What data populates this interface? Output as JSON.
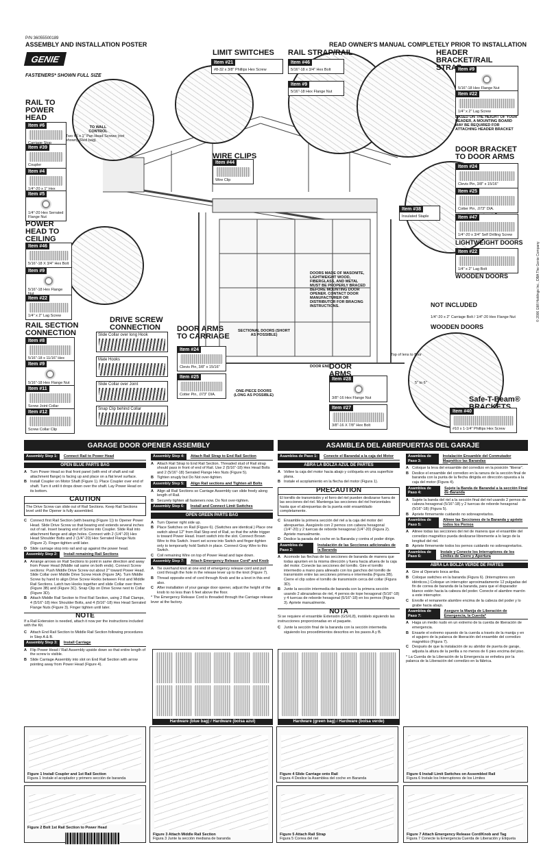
{
  "header": {
    "part_number": "P/N 36055500189",
    "title": "ASSEMBLY AND INSTALLATION POSTER",
    "logo": "GENIE",
    "fasteners_note": "FASTENERS* SHOWN FULL SIZE",
    "read_manual": "READ OWNER'S MANUAL COMPLETELY PRIOR TO INSTALLATION"
  },
  "sections": {
    "rail_to_power_head": "RAIL TO POWER HEAD",
    "power_head_to_ceiling": "POWER HEAD TO CEILING",
    "rail_section_connection": "RAIL SECTION CONNECTION",
    "limit_switches": "LIMIT SWITCHES",
    "rail_strap_rail": "RAIL STRAP/RAIL",
    "header_bracket": "HEADER BRACKET/RAIL STRAP",
    "door_bracket": "DOOR BRACKET TO DOOR ARMS",
    "wire_clips": "WIRE CLIPS",
    "drive_screw": "DRIVE SCREW CONNECTION",
    "door_arms_carriage": "DOOR ARMS TO CARRIAGE",
    "door_arms": "DOOR ARMS",
    "safe_t_beam": "Safe-T-Beam® BRACKETS",
    "lightweight_doors": "LIGHTWEIGHT DOORS",
    "wooden_doors": "WOODEN DOORS",
    "not_included": "NOT INCLUDED"
  },
  "parts": {
    "i6": {
      "tag": "Item #6",
      "cap": "Carriage Stop"
    },
    "i39": {
      "tag": "Item #39",
      "cap": "Coupler"
    },
    "i4": {
      "tag": "Item #4",
      "cap": "1/4\"-20 x 1\" Hex Shoulder Bolt"
    },
    "i5": {
      "tag": "Item #5",
      "cap": "1/4\"-20 Hex Serrated Flange Nut"
    },
    "i46a": {
      "tag": "Item #46",
      "cap": "5/16\"-18 X 3/4\" Hex Bolt"
    },
    "i9a": {
      "tag": "Item #9",
      "cap": "5/16\"-18 Hex Flange Nut"
    },
    "i22a": {
      "tag": "Item #22",
      "cap": "1/4\" x 2\" Lag Screw"
    },
    "i8": {
      "tag": "Item #8",
      "cap": "5/16\"-18 x 11/16\" Hex Shoulder Bolt"
    },
    "i9b": {
      "tag": "Item #9",
      "cap": "5/16\"-18 Hex Flange Nut"
    },
    "i11": {
      "tag": "Item #11",
      "cap": "Screw Joint Collar"
    },
    "i12": {
      "tag": "Item #12",
      "cap": "Screw Collar Clip"
    },
    "i21": {
      "tag": "Item #21",
      "cap": "#8-32 x 3/8\" Phillips Hex Screw"
    },
    "i46b": {
      "tag": "Item #46",
      "cap": "5/16\"-18 x 3/4\" Hex Bolt"
    },
    "i9c": {
      "tag": "Item #9",
      "cap": "5/16\"-18 Hex Flange Nut"
    },
    "i9d": {
      "tag": "Item #9",
      "cap": "5/16\"-18 Hex Flange Nut"
    },
    "i22b": {
      "tag": "Item #22",
      "cap": "1/4\" x 2\" Lag Screw"
    },
    "i44": {
      "tag": "Item #44",
      "cap": "Wire Clip"
    },
    "i24a": {
      "tag": "Item #24",
      "cap": "Clevis Pin, 3/8\" x 15/16\""
    },
    "i25a": {
      "tag": "Item #25",
      "cap": "Cotter Pin, .073\" DIA."
    },
    "i38": {
      "tag": "Item #38",
      "cap": "Insulated Staple"
    },
    "i47": {
      "tag": "Item #47",
      "cap": "1/4\"-20 x 3/4\" Self Drilling Screw"
    },
    "i22c": {
      "tag": "Item #22",
      "cap": "1/4\" x 2\" Lag Bolt"
    },
    "i24b": {
      "tag": "Item #24",
      "cap": "Clevis Pin, 3/8\" x 15/16\""
    },
    "i25b": {
      "tag": "Item #25",
      "cap": "Cotter Pin, .073\" DIA."
    },
    "i28": {
      "tag": "Item #28",
      "cap": "3/8\"-16 Hex Flange Nut"
    },
    "i27": {
      "tag": "Item #27",
      "cap": "3/8\"-16 X 7/8\" Hex Bolt"
    },
    "i40": {
      "tag": "Item #40",
      "cap": "#10 x 1-1/4\" Phillips Hex Screw"
    }
  },
  "notes": {
    "header_note": "BASED ON THE HEIGHT OF YOUR HEADER, A MOUNTING BOARD MAY BE REQUIRED FOR ATTACHING HEADER BRACKET",
    "door_warning": "DOORS MADE OF MASONITE, LIGHTWEIGHT WOOD, FIBERGLASS, AND METAL MUST BE PROPERLY BRACED BEFORE MOUNTING DOOR OPENER. CONTACT DOOR MANUFACTURER OR DISTRIBUTOR FOR BRACING INSTRUCTIONS.",
    "not_included_items": "1/4\"-20 x 2\" Carriage Bolt / 1/4\"-20 Hex Flange Nut",
    "to_wall_control": "TO WALL CONTROL",
    "wall_screws": "Two #6 x 1\" Pan Head Screws (not shown) (Red bag)",
    "sectional_doors": "SECTIONAL DOORS (SHORT AS POSSIBLE)",
    "one_piece_doors": "ONE-PIECE DOORS (LONG AS POSSIBLE)",
    "door_end": "DOOR END",
    "top_of_lens": "Top of lens to floor",
    "height": "5\" to 6\"",
    "copyright": "© 2006 GMI Holdings Inc., DBA The Genie Company",
    "drive1": "Slide Collar over long Hook",
    "drive2": "Mate Hooks",
    "drive3": "Slide Collar over Joint",
    "drive4": "Snap Clip behind Collar"
  },
  "english": {
    "bar": "GARAGE DOOR OPENER ASSEMBLY",
    "step1": {
      "num": "Assembly Step 1:",
      "title": "Connect Rail to Power Head"
    },
    "bag_blue": "OPEN BLUE PARTS BAG",
    "s1_items": [
      {
        "l": "A",
        "t": "Turn Power Head so that front panel (with end of shaft and rail attachment flange) is facing up and place on a flat level surface."
      },
      {
        "l": "B",
        "t": "Install Coupler on Motor Shaft (Figure 1). Place Coupler over end of shaft. Turn it until it drops down over the shaft. Lay Power Head on its bottom."
      }
    ],
    "caution_h": "CAUTION",
    "caution_b": "The Drive Screw can slide out of Rail Sections. Keep Rail Sections level until the Opener is fully assembled.",
    "s1_items2": [
      {
        "l": "C",
        "t": "Connect first Rail Section (with bearing (Figure 1)) to Opener Power Head. Slide Drive Screw so that bearing end extends several inches out of rail. Insert bearing end of Screw into Coupler. Slide Rail into attachment flange and align holes. Connect with 2 (1/4\"-20) Hex Head Shoulder Bolts and 2 (1/4\"-20) Hex Serrated Flange Nuts (Figure 2). Finger-tighten until later."
      },
      {
        "l": "D",
        "t": "Slide carriage stop into rail and up against the power head."
      }
    ],
    "step2": {
      "num": "Assembly Step 2:",
      "title": "Install remaining Rail Sections"
    },
    "s2_items": [
      {
        "l": "A",
        "t": "Arrange arrows on Rail Sections to point in same direction and away from Power Head (Middle rail same on both ends). Connect Screw sections: Push Middle Drive Screw out about 2\" toward Power Head. Slide Collar over Middle Drive Screw Hook (Figure 3A). Turn Middle Screw by hand to align Drive Screw Hooks between First and Middle Rail Sections. Latch two Hooks together and slide Collar over them (Figure 3B) and (Figure 3C). Snap Clip on Drive Screw next to Collar (Figure 3D)."
      },
      {
        "l": "B",
        "t": "Attach Middle Rail Section to First Rail Section, using 2 Rail Clamps, 4 (5/16\"-18) Hex Shoulder Bolts, and 4 (5/16\"-18) Hex Head Serrated Flange Nuts (Figure 3). Finger tighten until later."
      }
    ],
    "note_h": "NOTE",
    "note_b": "If a Rail Extension is needed, attach it now per the instructions included with the Kit.",
    "s2_items2": [
      {
        "l": "C",
        "t": "Attach End Rail Section to Middle Rail Section following procedures in Step A & B."
      }
    ],
    "step3": {
      "num": "Assembly Step 3:",
      "title": "Install Carriage"
    },
    "s3_items": [
      {
        "l": "A",
        "t": "Flip Power Head / Rail Assembly upside down so that entire length of the screw is visible."
      },
      {
        "l": "B",
        "t": "Slide Carriage Assembly into slot on End Rail Section with arrow pointing away from Power Head (Figure 4)."
      }
    ],
    "step4": {
      "num": "Assembly Step 4:",
      "title": "Attach Rail Strap to End Rail Section"
    },
    "s4_items": [
      {
        "l": "A",
        "t": "Attach Rail Strap to End Rail Section. Threaded stud of Rail strap should pass in front of end of Rail. Use 2 (5/16\"-18) Hex Head Bolts and 2 (5/16\"-18) Serrated Flange Hex Nuts (Figure 5)."
      },
      {
        "l": "B",
        "t": "Tighten snugly but Do Not over-tighten."
      }
    ],
    "step5": {
      "num": "Assembly Step 5:",
      "title": "Align Rail sections and Tighten all Bolts"
    },
    "s5_items": [
      {
        "l": "A",
        "t": "Align all Rail Sections so Carriage Assembly can slide freely along length of Rail."
      },
      {
        "l": "B",
        "t": "Securely tighten all fasteners now. Do Not over-tighten."
      }
    ],
    "step6": {
      "num": "Assembly Step 6:",
      "title": "Install and Connect Limit Switches"
    },
    "bag_green": "OPEN GREEN PARTS BAG",
    "s6_items": [
      {
        "l": "A",
        "t": "Turn Opener right side up."
      },
      {
        "l": "B",
        "t": "Place Switches on Rail (Figure 6). (Switches are identical.) Place one switch about 12\" from Rail Stop end of Rail, so that the white trigger is toward Power Head. Insert switch into the slot. Connect Brown Wire to this Switch. Insert set screw into Switch and finger-tighten only to temporarily hold Switch in place. Connect Gray Wire to this Switch."
      },
      {
        "l": "C",
        "t": "Coil remaining Wire on top of Power Head and tape down."
      }
    ],
    "step7": {
      "num": "Assembly Step 7:",
      "title": "Attach Emergency Release Cord* and Knob"
    },
    "s7_items": [
      {
        "l": "A",
        "t": "Tie overhand knot at one end of emergency release cord and pull cord through the hole in the release lever up to the knot (Figure 7)."
      },
      {
        "l": "B",
        "t": "Thread opposite end of cord through Knob and tie a knot in this end also."
      },
      {
        "l": "C",
        "t": "After installation of your garage door opener, adjust the height of the knob to no less than 6 feet above the floor."
      }
    ],
    "s7_note": "* The Emergency Release Cord is threaded through the Carriage release lever at the factory."
  },
  "spanish": {
    "bar": "ASAMBLEA DEL ABREPUERTAS DEL GARAJE",
    "step1": {
      "num": "Asamblea de Paso 1:",
      "title": "Conecte el Barandal a la caja del Motor"
    },
    "bag_blue": "ABRA LA BOLZA AZUL DE PARTES",
    "s1_items": [
      {
        "l": "A",
        "t": "Voltee la caja del motor hacia abajo y colóquela en una superficie plana."
      },
      {
        "l": "B",
        "t": "Instale el acoplamiento en la flecha del motor (Figura 1)."
      }
    ],
    "caution_h": "PRECAUTION",
    "caution_b": "El tornillo de transmisión y el forro del riel pueden deslizarse fuera de las secciones del riel. Mantenga las secciones del riel horizontales hasta que el abrepuertas de la puerta esté ensamblado completamente.",
    "s1_items2": [
      {
        "l": "C",
        "t": "Ensamble la primera sección del riel a la caja del motor del abrepuertas. Asegúrelo con 2 pernos con cabeza hexagonal (1/4\"-20) y 2 tuercas de reborde hexagonal (1/4\"-20) (Figura 2). Apriete manualmente."
      },
      {
        "l": "D",
        "t": "Deslice la parada del coche en la Baranda y contra el poder dirige."
      }
    ],
    "step2": {
      "num": "Asamblea de Paso 2:",
      "title": "Instalación de las Secciones adicionales de la Baranda"
    },
    "s2_items": [
      {
        "l": "A",
        "t": "Acomode las flechas de las secciones de baranda de manera que todas apunten en la misma dirección y fuera hacia afuera de la caja del motor. Conecte las secciones del tornillo. Gire el tornillo intermedio a mano para alineado con los ganchos del tornillo de transmisión entre las secciones primera e intermedia (Figura 3B). Cierre el clip sobre el tornillo de transmisión cerca del collar (Figura 3D)."
      },
      {
        "l": "B",
        "t": "Junte la sección intermedia de baranda con la primera sección usando 2 abrazaderas de riel, 4 pernos de tope hexagonal (5/16\"-18) y 4 tuercas de reborde hexagonal (5/16\"-18) en los pernos (Figura 3). Apriete manualmente."
      }
    ],
    "note_h": "NOTA",
    "note_b": "Si se requiere el ensamble Extensión (GSXL8), instálelo siguiendo las instrucciones proporcionadas en el paquete.",
    "s2_items2": [
      {
        "l": "C",
        "t": "Junte la sección final de la baranda con la sección intermedia siguiendo los procedimientos descritos en los pasos A y B."
      }
    ],
    "step3": {
      "num": "Asamblea de Paso 3:",
      "title": "Instalación Ensamble del Conmutador Magnético las Barandas"
    },
    "s3_items": [
      {
        "l": "A",
        "t": "Coloque la leva del ensamble del corredizo en la posición \"liberar\"."
      },
      {
        "l": "B",
        "t": "Deslice el ensamble del corredizo en la ranura de la sección final de baranda con la punta de la flecha dirigida en dirección opuesta a la caja del motor (Figura 4)."
      }
    ],
    "step4": {
      "num": "Asamblea de Paso 4:",
      "title": "Sujete la Banda de Barandal a la sección Final de Baranda"
    },
    "s4_items": [
      {
        "l": "A",
        "t": "Sujete la banda del riel a la sección final del riel usando 2 pernos de cabeza hexagonal (5/16\"-18) y 2 tuercas de reborde hexagonal (5/16\"-18) (Figura 5)."
      },
      {
        "l": "B",
        "t": "Apriete firmemente cuidando no sobreapretarlos."
      }
    ],
    "step5": {
      "num": "Asamblea de Paso 5:",
      "title": "Alinee las Secciones de la Baranda y apriete todos los Pernos"
    },
    "s5_items": [
      {
        "l": "A",
        "t": "Alinee todas las secciones del riel de manera que el ensamble del corredizo magnético pueda deslizarse libremente a lo largo de la longitud del riel."
      },
      {
        "l": "B",
        "t": "Apriete firmemente todos los pernos cuidando no sobreapretarlos."
      }
    ],
    "step6": {
      "num": "Asamblea de Paso 6:",
      "title": "Instale y Conecte los Interruptores de los Límites de Cierre y Apertura"
    },
    "bag_green": "ABRA LA BOLZA VERDE DE PARTES",
    "s6_items": [
      {
        "l": "A",
        "t": "Gire al Operario boca arriba."
      },
      {
        "l": "B",
        "t": "Coloque switches en la baranda (Figura 6). (Interruptores son idénticos.) Coloque un interruptor aproximadamente 12 pulgadas del fin de correa de baranda de la baranda, para que el disparador blanco estén hacia la cabeza del poder. Conecte el alambre marrón a este interruptor."
      },
      {
        "l": "C",
        "t": "Enrolle el remanente alambre encima de la cabeza del poder y lo grabe hacia abajo."
      }
    ],
    "step7": {
      "num": "Asamblea de Paso 7:",
      "title": "Asegure la Manija de Liberación de Emergencia, la Cuerda*"
    },
    "s7_items": [
      {
        "l": "A",
        "t": "Haga un medio nudo en un extremo de la cuerda de liberación de emergencia."
      },
      {
        "l": "B",
        "t": "Ensarte el extremo opuesto de la cuerda a través de la manija y en el agujero de la palanca de liberación del ensamble del corredizo magnético (Figura 7)."
      },
      {
        "l": "C",
        "t": "Después de que la instalación de su abridor de puerta de garaje, adjusta la altura de la perilla a no menos de 6 pies encima del piso."
      }
    ],
    "s7_note": "* La Cuerda de la Liberación de la Emergencia se enhebra por la palanca de la Liberación del corredizo en la fábrica."
  },
  "hardware": {
    "blue": "Hardware (blue bag) / Hardware (bolsa azul)",
    "green": "Hardware (green bag) / Hardware (bolsa verde)"
  },
  "figures": {
    "f1": {
      "en": "Figure 1 Install Coupler and 1st Rail Section",
      "es": "Figura 1 Instale el acoplador y primero sección de baranda"
    },
    "f2": {
      "en": "Figure 2 Bolt 1st Rail Section to Power Head",
      "es": ""
    },
    "f3": {
      "en": "Figure 3 Attach Middle Rail Section",
      "es": "Figura 3 Junte la sección mediana de baranda"
    },
    "f4": {
      "en": "Figure 4 Slide Carriage onto Rail",
      "es": "Figura 4 Deslice la Asamblea del coche en Baranda"
    },
    "f5": {
      "en": "Figure 5 Attach Rail Strap",
      "es": "Figura 5 Correa del riel"
    },
    "f6": {
      "en": "Figure 6 Install Limit Switches on Assembled Rail",
      "es": "Figura 6 Instale los Interruptores de los Limites"
    },
    "f7": {
      "en": "Figure 7 Attach Emergency Release Cord/Knob and Tag",
      "es": "Figura 7 Conecte la Emergencia Cuerda de Liberación y Etiqueta"
    }
  }
}
